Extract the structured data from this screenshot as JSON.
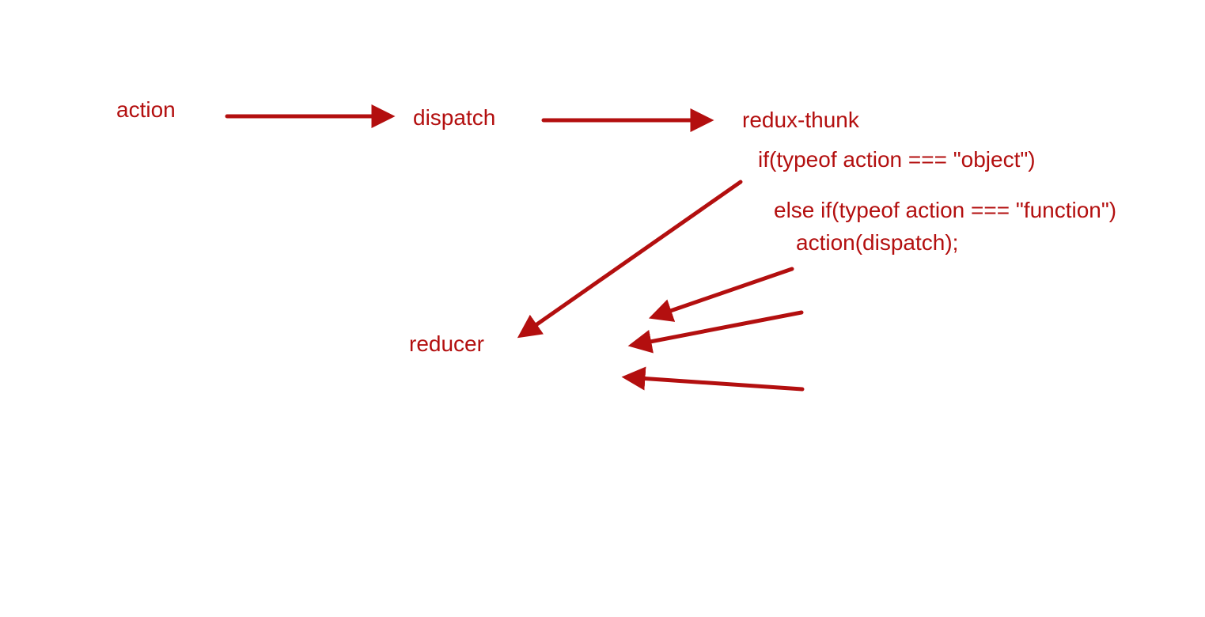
{
  "diagram": {
    "nodes": {
      "action": "action",
      "dispatch": "dispatch",
      "redux_thunk": "redux-thunk",
      "cond_object": "if(typeof action === \"object\")",
      "cond_function": "else if(typeof action === \"function\")",
      "call_action": "action(dispatch);",
      "reducer": "reducer"
    },
    "colors": {
      "ink": "#b30f0f",
      "background": "#ffffff"
    }
  }
}
